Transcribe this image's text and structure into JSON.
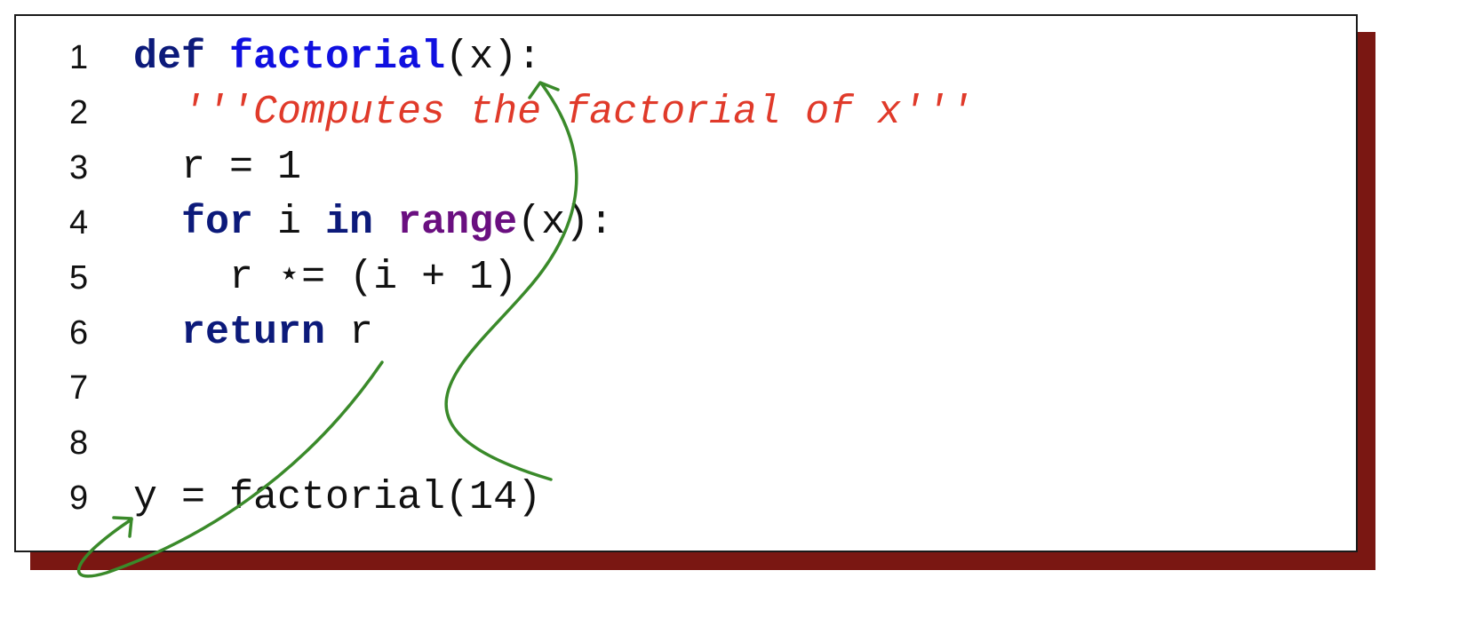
{
  "colors": {
    "keyword": "#0c1a7a",
    "function_name": "#1010e0",
    "builtin": "#6a0f80",
    "string": "#e03a2a",
    "text": "#111111",
    "shadow": "#7a1712",
    "arrow": "#3a8a2a"
  },
  "code": {
    "lines": [
      {
        "number": "1",
        "tokens": [
          {
            "text": "def",
            "style": "kw"
          },
          {
            "text": " ",
            "style": "plain"
          },
          {
            "text": "factorial",
            "style": "fn"
          },
          {
            "text": "(x):",
            "style": "plain"
          }
        ]
      },
      {
        "number": "2",
        "tokens": [
          {
            "text": "  ",
            "style": "plain"
          },
          {
            "text": "'''Computes the factorial of x'''",
            "style": "str"
          }
        ]
      },
      {
        "number": "3",
        "tokens": [
          {
            "text": "  r = 1",
            "style": "plain"
          }
        ]
      },
      {
        "number": "4",
        "tokens": [
          {
            "text": "  ",
            "style": "plain"
          },
          {
            "text": "for",
            "style": "kw"
          },
          {
            "text": " i ",
            "style": "plain"
          },
          {
            "text": "in",
            "style": "kw"
          },
          {
            "text": " ",
            "style": "plain"
          },
          {
            "text": "range",
            "style": "bi"
          },
          {
            "text": "(x):",
            "style": "plain"
          }
        ]
      },
      {
        "number": "5",
        "tokens": [
          {
            "text": "    r ⋆= (i + 1)",
            "style": "plain"
          }
        ]
      },
      {
        "number": "6",
        "tokens": [
          {
            "text": "  ",
            "style": "plain"
          },
          {
            "text": "return",
            "style": "kw"
          },
          {
            "text": " r",
            "style": "plain"
          }
        ]
      },
      {
        "number": "7",
        "tokens": []
      },
      {
        "number": "8",
        "tokens": []
      },
      {
        "number": "9",
        "tokens": [
          {
            "text": "y = factorial(14)",
            "style": "plain"
          }
        ]
      }
    ]
  },
  "arrows": [
    {
      "name": "argument-to-parameter-arrow",
      "from": "14 (line 9)",
      "to": "x (line 1)"
    },
    {
      "name": "return-to-assignment-arrow",
      "from": "r (line 6)",
      "to": "y (line 9)"
    }
  ]
}
